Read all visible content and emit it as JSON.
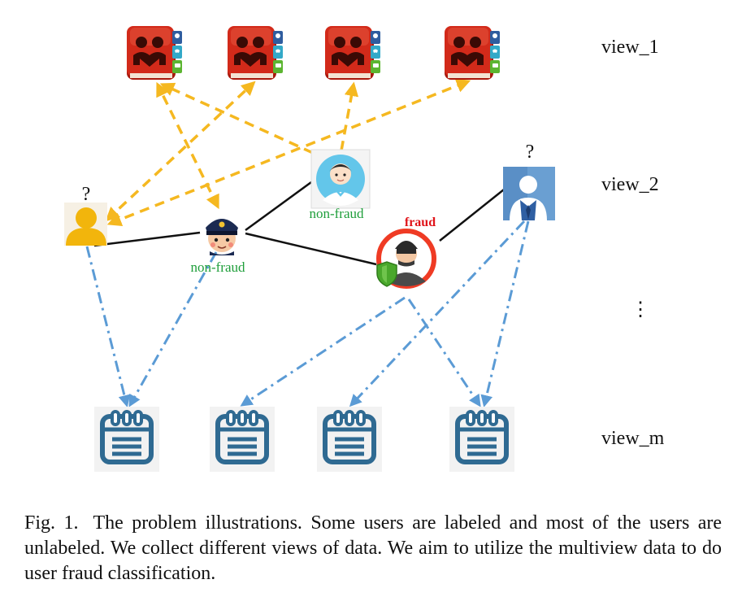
{
  "views": {
    "view_1": "view_1",
    "view_2": "view_2",
    "view_m": "view_m",
    "ellipsis": "⋮"
  },
  "nodes": {
    "unknown_mark_left": "?",
    "unknown_mark_right": "?",
    "police_label": "non-fraud",
    "doctor_label": "non-fraud",
    "fraud_label": "fraud"
  },
  "colors": {
    "view1_edges": "#f5b820",
    "view2_edges": "#111111",
    "viewm_edges": "#5b9bd5",
    "non_fraud_text": "#1e9e3a",
    "fraud_text": "#e0141a",
    "contact_book": "#d22a1a",
    "calendar": "#2f6a92"
  },
  "caption": {
    "figure_id": "Fig. 1.",
    "text": "The problem illustrations. Some users are labeled and most of the users are unlabeled. We collect different views of data. We aim to utilize the multiview data to do user fraud classification."
  }
}
